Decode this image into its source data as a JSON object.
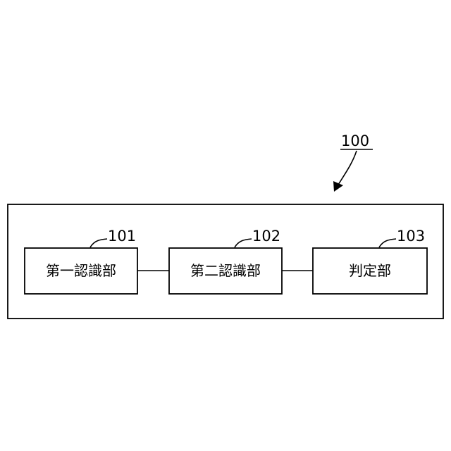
{
  "system": {
    "ref": "100"
  },
  "blocks": [
    {
      "ref": "101",
      "label": "第一認識部"
    },
    {
      "ref": "102",
      "label": "第二認識部"
    },
    {
      "ref": "103",
      "label": "判定部"
    }
  ]
}
